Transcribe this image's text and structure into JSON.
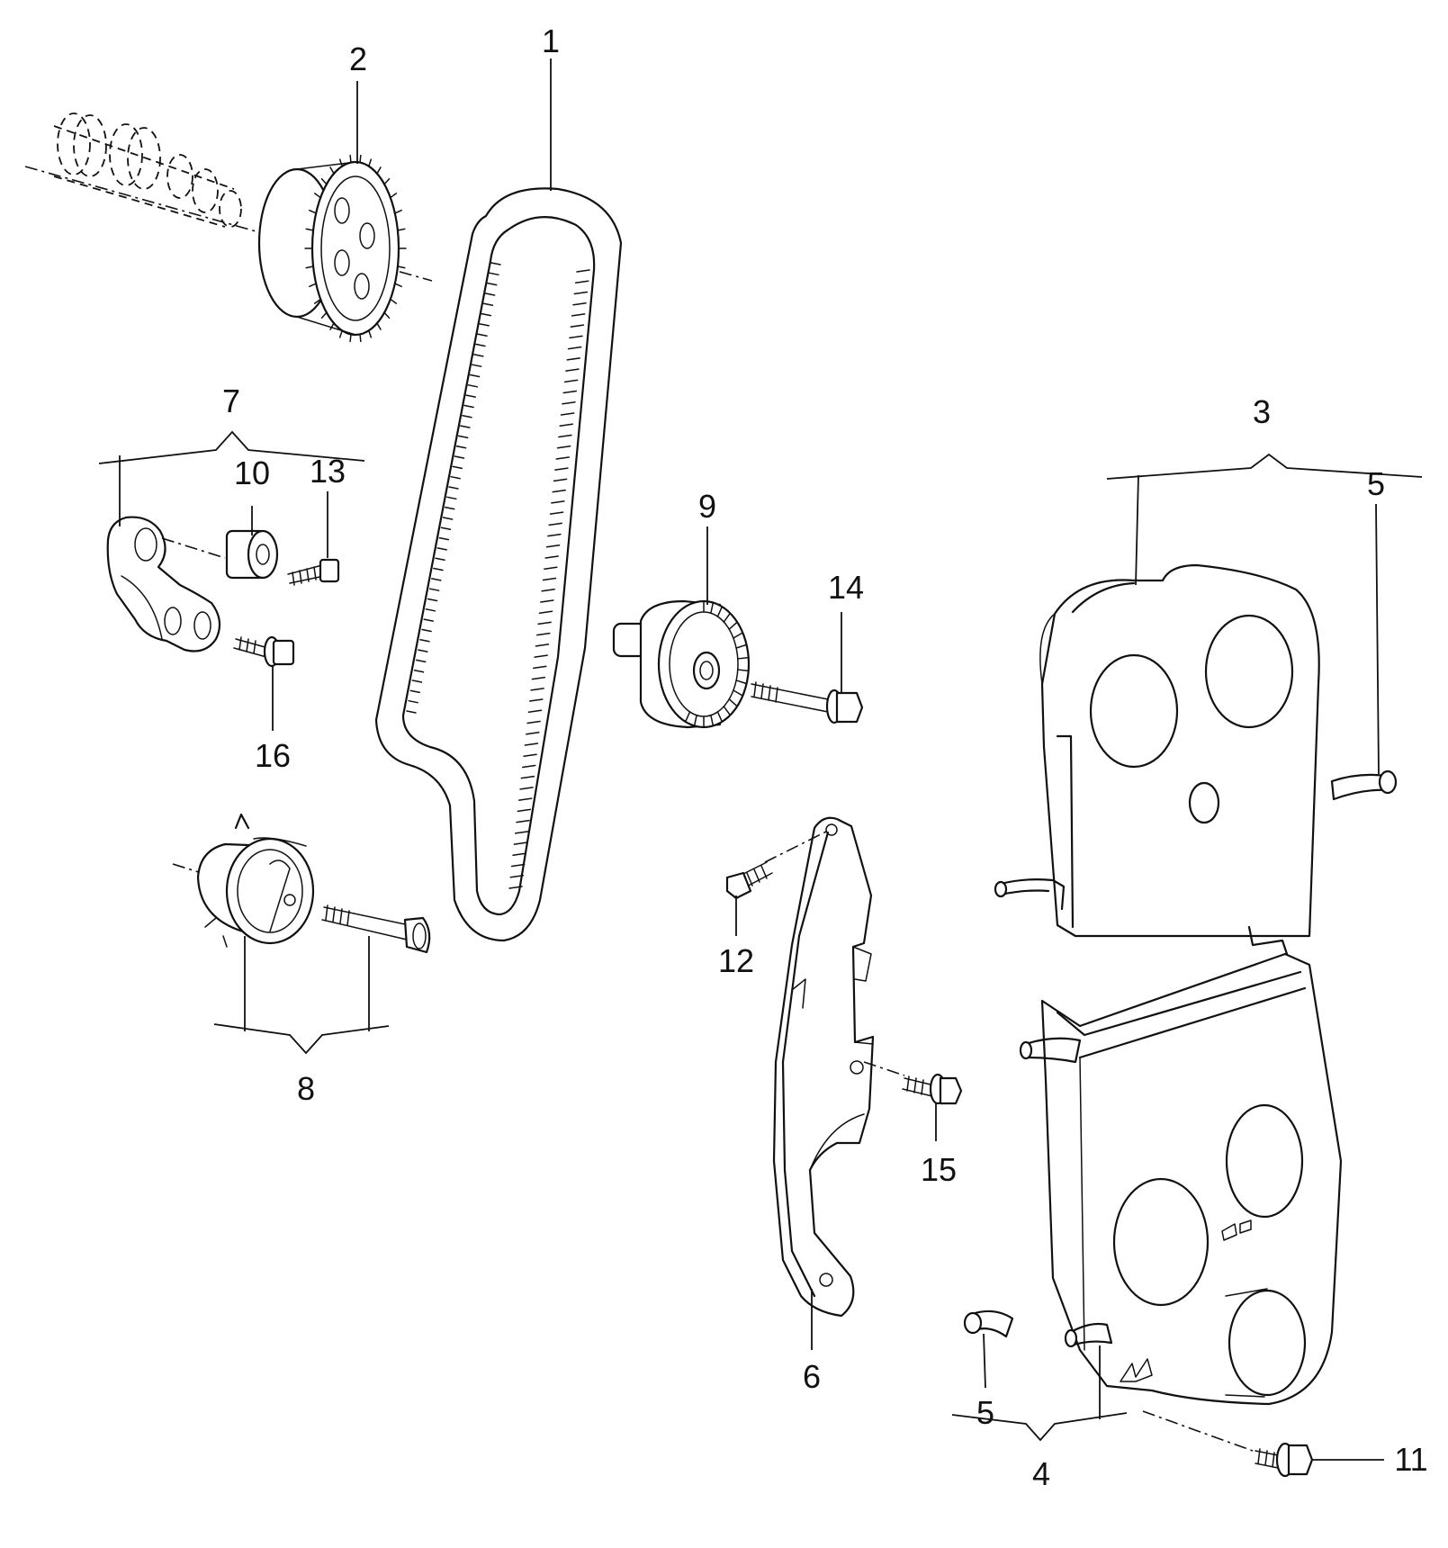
{
  "callouts": [
    {
      "id": "1",
      "text": "1"
    },
    {
      "id": "2",
      "text": "2"
    },
    {
      "id": "3",
      "text": "3"
    },
    {
      "id": "4",
      "text": "4"
    },
    {
      "id": "5a",
      "text": "5"
    },
    {
      "id": "5b",
      "text": "5"
    },
    {
      "id": "6",
      "text": "6"
    },
    {
      "id": "7",
      "text": "7"
    },
    {
      "id": "8",
      "text": "8"
    },
    {
      "id": "9",
      "text": "9"
    },
    {
      "id": "10",
      "text": "10"
    },
    {
      "id": "11",
      "text": "11"
    },
    {
      "id": "12",
      "text": "12"
    },
    {
      "id": "13",
      "text": "13"
    },
    {
      "id": "14",
      "text": "14"
    },
    {
      "id": "15",
      "text": "15"
    },
    {
      "id": "16",
      "text": "16"
    }
  ],
  "parts": [
    {
      "callout": "1",
      "icon": "timing-belt-icon"
    },
    {
      "callout": "2",
      "icon": "camshaft-sprocket-icon"
    },
    {
      "callout": "3",
      "icon": "upper-belt-cover-icon"
    },
    {
      "callout": "4",
      "icon": "lower-belt-cover-icon"
    },
    {
      "callout": "5",
      "icon": "clip-icon"
    },
    {
      "callout": "6",
      "icon": "rear-cover-panel-icon"
    },
    {
      "callout": "7",
      "icon": "idler-bracket-assembly-icon"
    },
    {
      "callout": "8",
      "icon": "tensioner-assembly-icon"
    },
    {
      "callout": "9",
      "icon": "idler-pulley-icon"
    },
    {
      "callout": "10",
      "icon": "small-roller-icon"
    },
    {
      "callout": "11",
      "icon": "flange-bolt-icon"
    },
    {
      "callout": "12",
      "icon": "hex-bolt-icon"
    },
    {
      "callout": "13",
      "icon": "hex-bolt-icon"
    },
    {
      "callout": "14",
      "icon": "long-bolt-icon"
    },
    {
      "callout": "15",
      "icon": "flange-bolt-icon"
    },
    {
      "callout": "16",
      "icon": "flange-bolt-icon"
    }
  ],
  "colors": {
    "ink": "#111111",
    "background": "#ffffff"
  }
}
